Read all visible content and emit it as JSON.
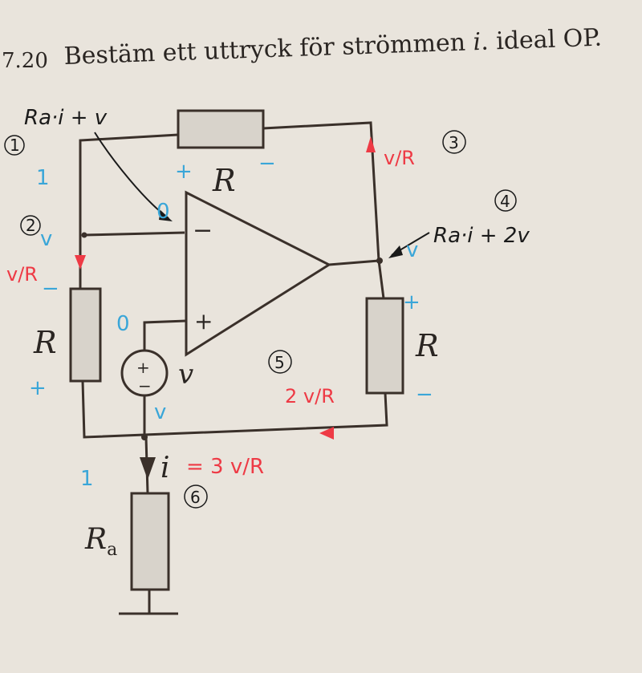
{
  "problem": {
    "number": "7.20",
    "text": "Bestäm ett uttryck för strömmen",
    "current_symbol": "i",
    "text_end": ". ideal OP."
  },
  "circuit": {
    "resistor_top": "R",
    "resistor_left": "R",
    "resistor_right": "R",
    "resistor_a": "R",
    "resistor_a_sub": "a",
    "source": "v",
    "source_plus": "+",
    "source_minus": "−",
    "current": "i",
    "opamp_minus": "−",
    "opamp_plus": "+"
  },
  "annotations": {
    "node_labels": [
      "1",
      "2",
      "3",
      "4",
      "5",
      "6"
    ],
    "node1_voltage": "Ra·i + v",
    "node4_voltage": "Ra·i + 2v",
    "current_top": "v/R",
    "current_left": "v/R",
    "current_bottom": "2 v/R",
    "current_i": "= 3 v/R",
    "blue_marks": {
      "plus": "+",
      "minus": "−",
      "zero": "0",
      "v": "v",
      "one": "1"
    }
  },
  "colors": {
    "ink_red": "#ee3a45",
    "ink_blue": "#3aa6d8",
    "ink_black": "#1a1a1a",
    "paper": "#e9e4dc"
  }
}
